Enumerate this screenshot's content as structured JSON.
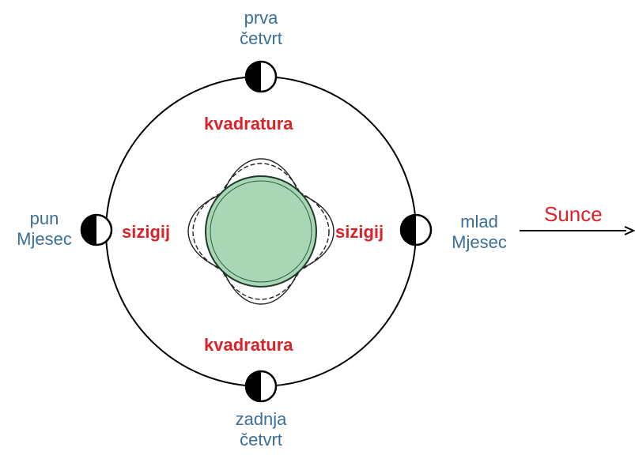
{
  "labels": {
    "first_quarter_line1": "prva",
    "first_quarter_line2": "četvrt",
    "last_quarter_line1": "zadnja",
    "last_quarter_line2": "četvrt",
    "full_moon_line1": "pun",
    "full_moon_line2": "Mjesec",
    "new_moon_line1": "mlad",
    "new_moon_line2": "Mjesec",
    "quadrature_top": "kvadratura",
    "quadrature_bottom": "kvadratura",
    "syzygy_left": "sizigij",
    "syzygy_right": "sizigij",
    "sun": "Sunce"
  },
  "colors": {
    "earth_fill": "#a9d7b6",
    "earth_outline": "#1f3a2a",
    "blue_text": "#3a6f98",
    "red_text": "#d8232a",
    "orbit": "#000000"
  }
}
